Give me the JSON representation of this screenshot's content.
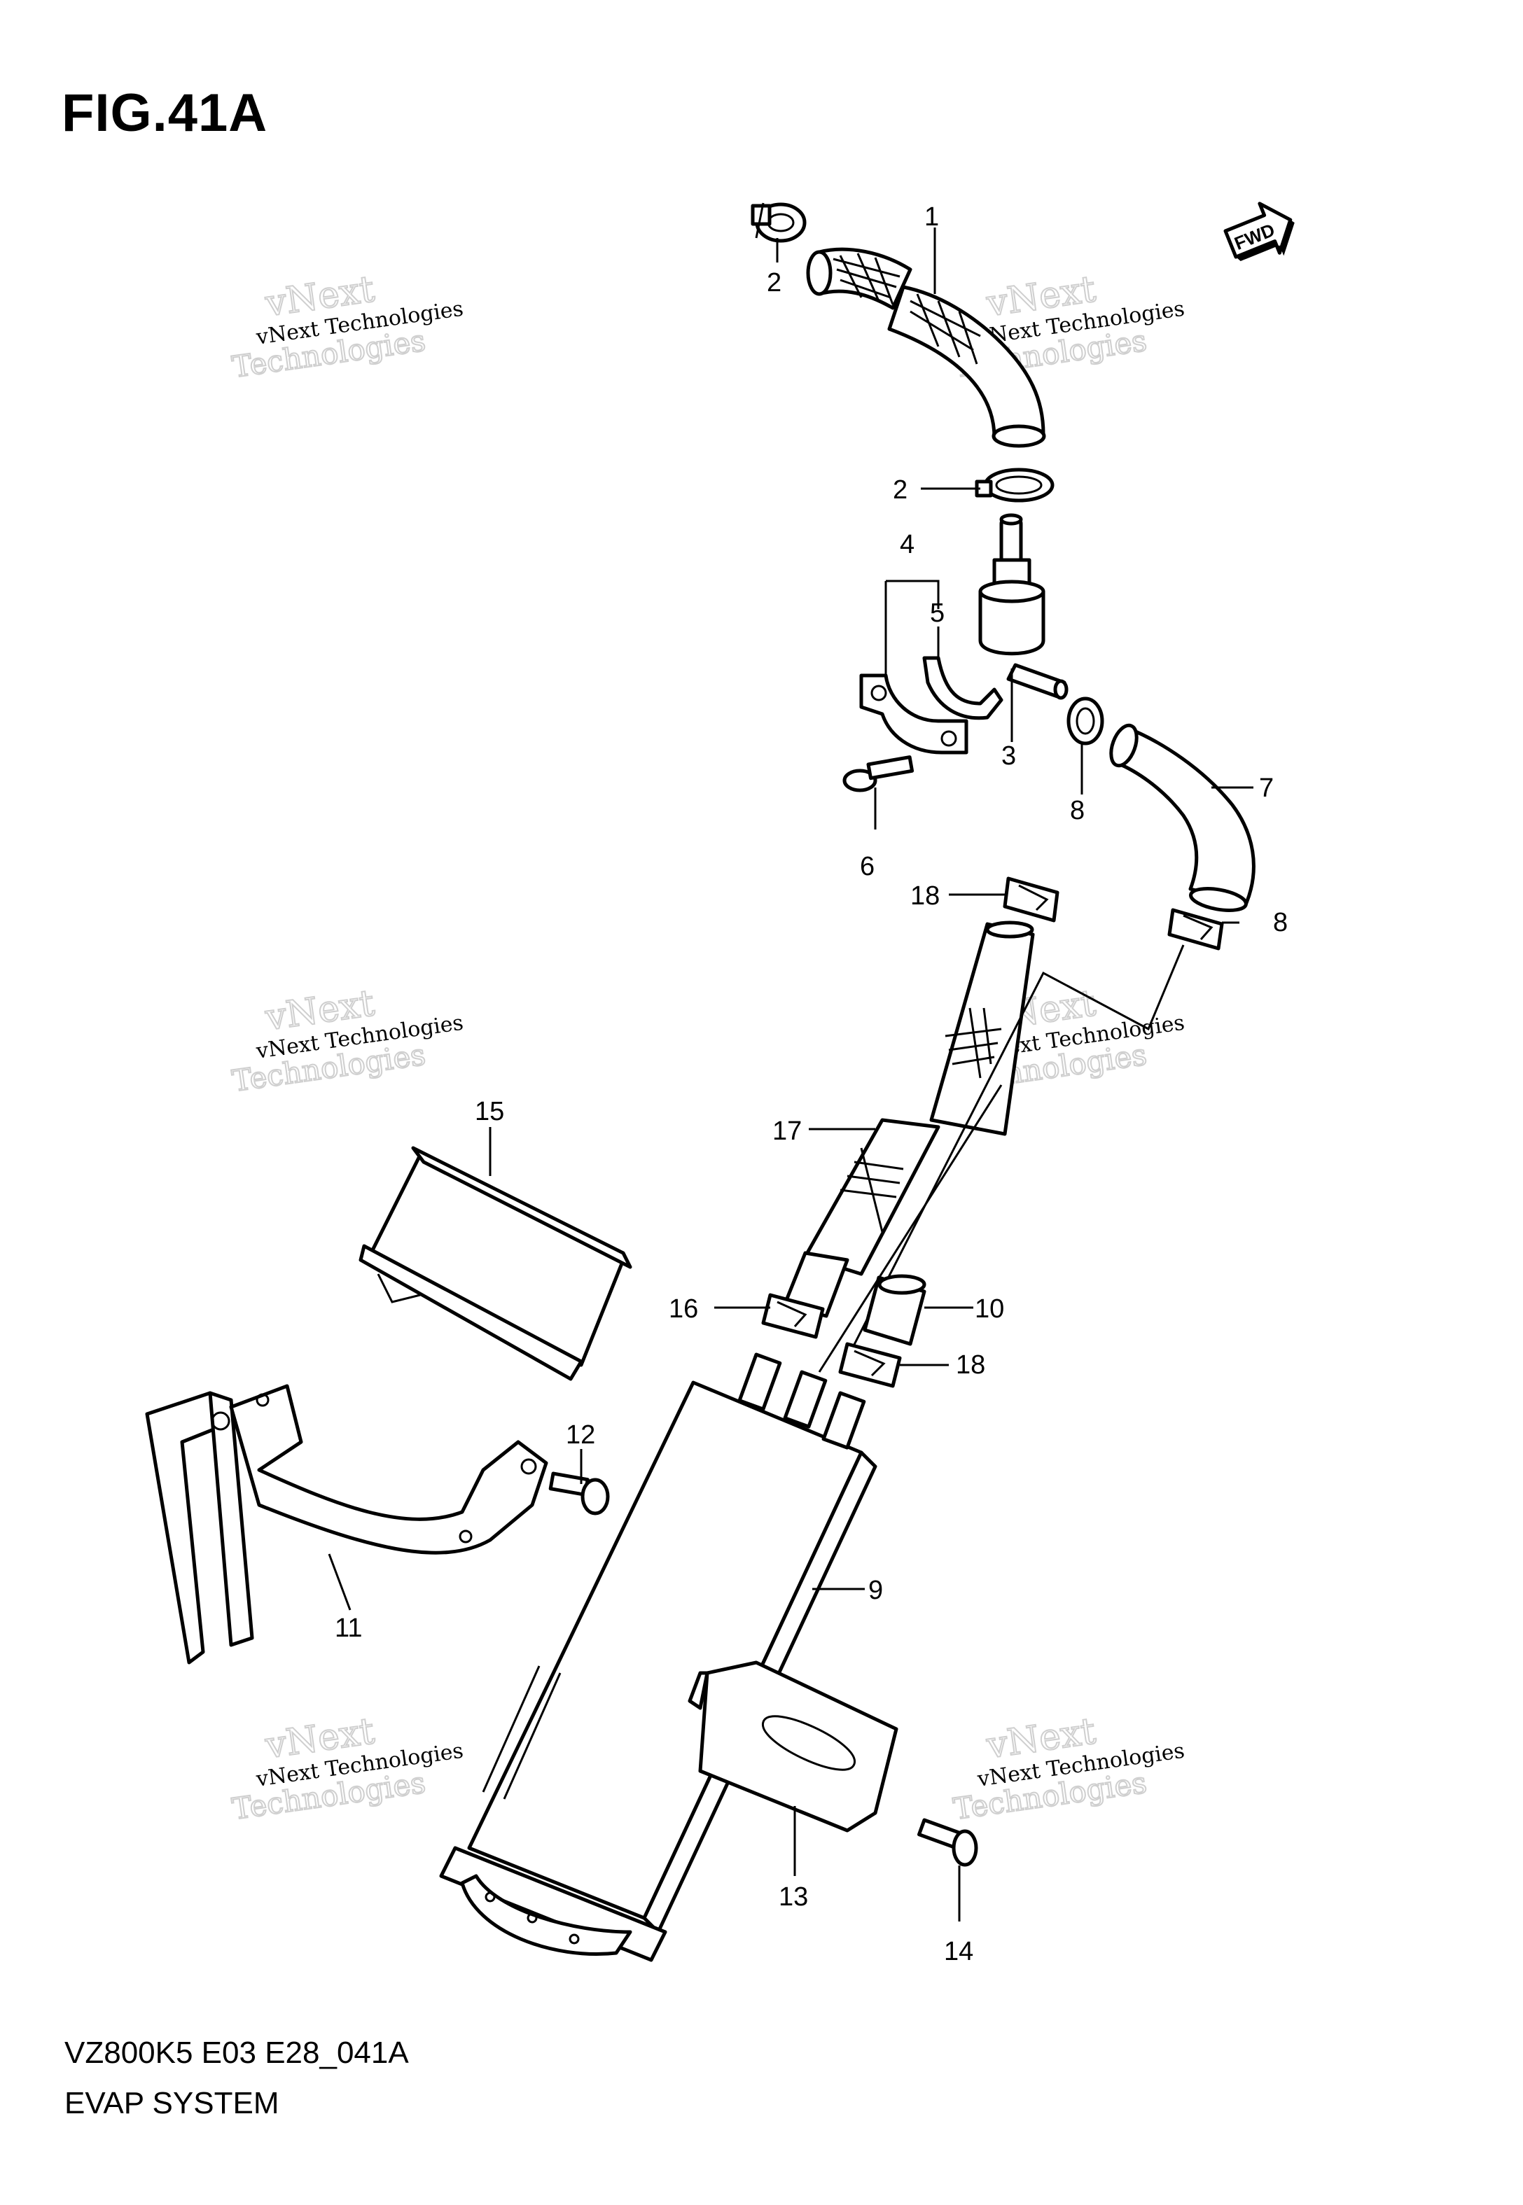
{
  "figure": {
    "title": "FIG.41A",
    "code": "VZ800K5 E03 E28_041A",
    "subtitle": "EVAP SYSTEM",
    "fwd_label": "FWD"
  },
  "watermark": {
    "line_small": "vNext Technologies",
    "line_big_top": "vNext",
    "line_big_bottom": "Technologies"
  },
  "callouts": [
    {
      "id": "c1",
      "label": "1"
    },
    {
      "id": "c2a",
      "label": "2"
    },
    {
      "id": "c2b",
      "label": "2"
    },
    {
      "id": "c3",
      "label": "3"
    },
    {
      "id": "c4",
      "label": "4"
    },
    {
      "id": "c5",
      "label": "5"
    },
    {
      "id": "c6",
      "label": "6"
    },
    {
      "id": "c7",
      "label": "7"
    },
    {
      "id": "c8a",
      "label": "8"
    },
    {
      "id": "c8b",
      "label": "8"
    },
    {
      "id": "c9",
      "label": "9"
    },
    {
      "id": "c10",
      "label": "10"
    },
    {
      "id": "c11",
      "label": "11"
    },
    {
      "id": "c12",
      "label": "12"
    },
    {
      "id": "c13",
      "label": "13"
    },
    {
      "id": "c14",
      "label": "14"
    },
    {
      "id": "c15",
      "label": "15"
    },
    {
      "id": "c16",
      "label": "16"
    },
    {
      "id": "c17",
      "label": "17"
    },
    {
      "id": "c18a",
      "label": "18"
    },
    {
      "id": "c18b",
      "label": "18"
    }
  ]
}
